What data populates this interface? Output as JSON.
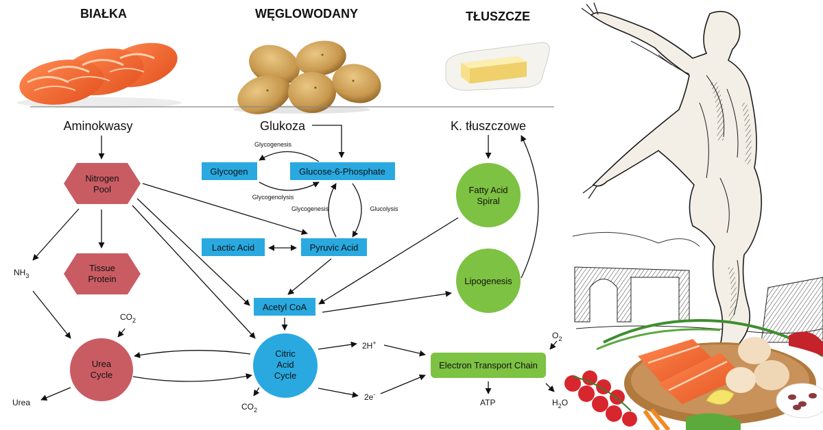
{
  "headers": {
    "proteins": "BIAŁKA",
    "carbs": "WĘGLOWODANY",
    "fats": "TŁUSZCZE"
  },
  "sources": {
    "amino": "Aminokwasy",
    "glucose": "Glukoza",
    "fatty": "K. tłuszczowe"
  },
  "protein_path": {
    "nitrogen_pool": [
      "Nitrogen",
      "Pool"
    ],
    "tissue_protein": [
      "Tissue",
      "Protein"
    ],
    "nh3": {
      "base": "NH",
      "sub": "3"
    },
    "urea_cycle": [
      "Urea",
      "Cycle"
    ],
    "urea": "Urea",
    "co2_in": {
      "base": "CO",
      "sub": "2"
    }
  },
  "carb_path": {
    "glycogen": "Glycogen",
    "g6p": "Glucose-6-Phosphate",
    "glycogenesis_top": "Glycogenesis",
    "glycogenolysis": "Glycogenolysis",
    "glycogenesis_side": "Glycogenesis",
    "glycolysis": "Glucolysis",
    "lactic": "Lactic Acid",
    "pyruvic": "Pyruvic Acid",
    "acetyl": "Acetyl CoA",
    "citric": [
      "Citric",
      "Acid",
      "Cycle"
    ],
    "co2_out": {
      "base": "CO",
      "sub": "2"
    },
    "h_plus": {
      "base": "2H",
      "sup": "+"
    },
    "e_minus": {
      "base": "2e",
      "sup": "-"
    }
  },
  "fat_path": {
    "spiral": [
      "Fatty Acid",
      "Spiral"
    ],
    "lipogenesis": "Lipogenesis",
    "etc": "Electron Transport Chain",
    "o2": {
      "base": "O",
      "sub": "2"
    },
    "atp": "ATP",
    "h2o": {
      "base": "H",
      "sub": "2",
      "tail": "O"
    }
  },
  "colors": {
    "protein": "#c95c63",
    "carb": "#29a9e0",
    "fat": "#7dc242"
  },
  "images": [
    "salmon-slices",
    "potatoes",
    "butter-dish",
    "anatomical-muscle-man-engraving",
    "salmon-eggs-tomatoes-platter"
  ]
}
